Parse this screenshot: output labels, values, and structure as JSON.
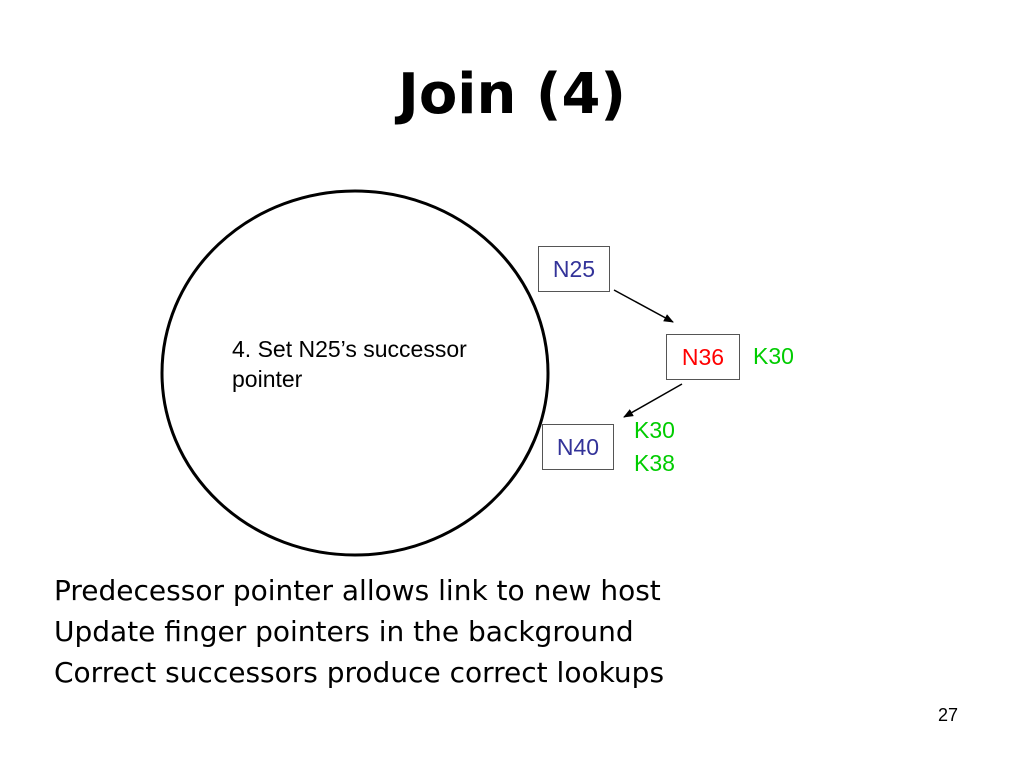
{
  "slide": {
    "title": "Join (4)",
    "page_number": "27"
  },
  "diagram": {
    "step_text": "4. Set N25’s successor pointer",
    "nodes": {
      "n25": {
        "label": "N25",
        "color": "#333399"
      },
      "n36": {
        "label": "N36",
        "color": "#ff0000"
      },
      "n40": {
        "label": "N40",
        "color": "#333399"
      }
    },
    "keys": {
      "n36_key": "K30",
      "n40_keys": [
        "K30",
        "K38"
      ],
      "color": "#00cc00"
    }
  },
  "bullets": [
    "Predecessor pointer allows link to new host",
    "Update finger pointers in the background",
    "Correct successors produce correct lookups"
  ]
}
